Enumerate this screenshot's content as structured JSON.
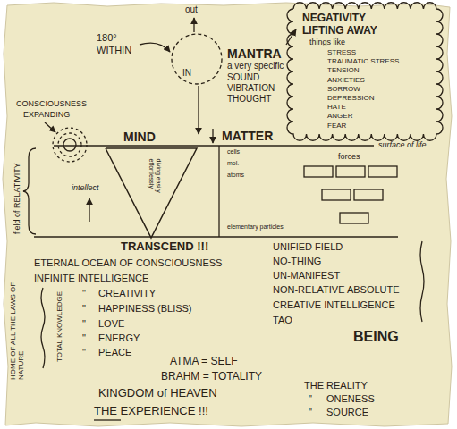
{
  "diagram": {
    "nodes": [
      {
        "text": [
          "NEGATIVITY LIFTING AWAY",
          "things like",
          "STRESS",
          "TRAUMATIC STRESS",
          "TENSION",
          "ANXIETIES",
          "SORROW",
          "DEPRESSION",
          "HATE",
          "ANGER",
          "FEAR"
        ]
      },
      {
        "text": [
          "diving easily effortlessly"
        ]
      }
    ],
    "labels": [
      "out",
      "180°",
      "WITHIN",
      "MANTRA",
      "a very specific",
      "SOUND",
      "VIBRATION",
      "THOUGHT",
      "IN",
      "CONSCIOUSNESS",
      "EXPANDING",
      "MIND",
      "MATTER",
      "surface of life",
      "field of RELATIVITY",
      "intellect",
      "cells",
      "mol.",
      "atoms",
      "forces",
      "elementary particles",
      "TRANSCEND !!!",
      "UNIFIED FIELD",
      "NO-THING",
      "UN-MANIFEST",
      "NON-RELATIVE ABSOLUTE",
      "CREATIVE INTELLIGENCE",
      "TAO",
      "ETERNAL OCEAN OF CONSCIOUSNESS",
      "INFINITE INTELLIGENCE",
      "\"",
      "CREATIVITY",
      "\"",
      "HAPPINESS (BLISS)",
      "\"",
      "LOVE",
      "\"",
      "ENERGY",
      "\"",
      "PEACE",
      "TOTAL KNOWLEDGE",
      "HOME OF ALL THE LAWS OF NATURE",
      "BEING",
      "ATMA = SELF",
      "BRAHM = TOTALITY",
      "KINGDOM of HEAVEN",
      "THE REALITY",
      "\"",
      "ONENESS",
      "\"",
      "SOURCE",
      "THE EXPERIENCE !!!"
    ]
  }
}
